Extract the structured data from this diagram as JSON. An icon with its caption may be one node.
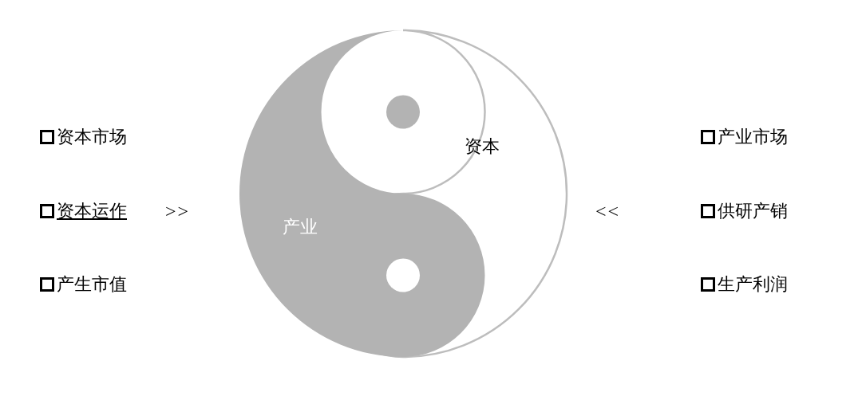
{
  "diagram": {
    "nodes": [
      {
        "text": [
          "资本"
        ]
      },
      {
        "text": [
          "产业"
        ]
      }
    ],
    "edges": [],
    "labels": [
      "资本市场",
      "产业市场",
      "资本运作",
      ">>",
      "<<",
      "供研产销",
      "产生市值",
      "生产利润"
    ]
  }
}
